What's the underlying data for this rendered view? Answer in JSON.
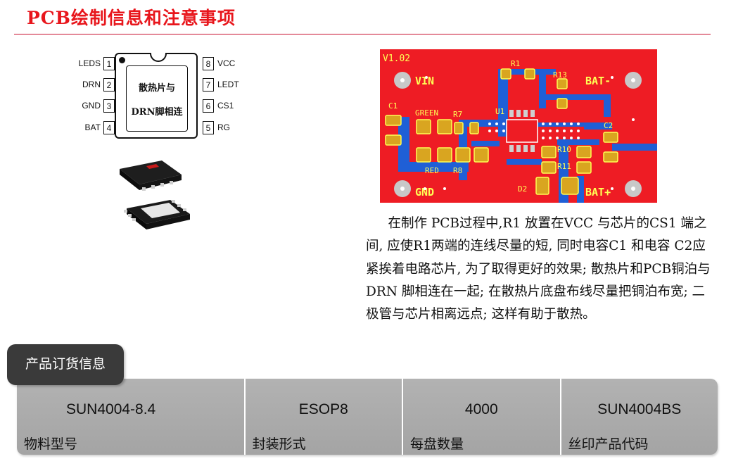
{
  "title": "PCB绘制信息和注意事项",
  "chip": {
    "note_line1": "散热片与",
    "note_line2": "DRN脚相连",
    "pins_left": [
      {
        "num": "1",
        "name": "LEDS"
      },
      {
        "num": "2",
        "name": "DRN"
      },
      {
        "num": "3",
        "name": "GND"
      },
      {
        "num": "4",
        "name": "BAT"
      }
    ],
    "pins_right": [
      {
        "num": "8",
        "name": "VCC"
      },
      {
        "num": "7",
        "name": "LEDT"
      },
      {
        "num": "6",
        "name": "CS1"
      },
      {
        "num": "5",
        "name": "RG"
      }
    ]
  },
  "pcb": {
    "version": "V1.02",
    "vin": "VIN",
    "gnd": "GND",
    "bat_minus": "BAT-",
    "bat_plus": "BAT+",
    "c1": "C1",
    "c2": "C2",
    "r1": "R1",
    "r7": "R7",
    "r8": "R8",
    "r10": "R10",
    "r11": "R11",
    "r13": "R13",
    "u1": "U1",
    "d2": "D2",
    "green": "GREEN",
    "red": "RED"
  },
  "description": "在制作 PCB过程中,R1 放置在VCC 与芯片的CS1 端之间, 应使R1两端的连线尽量的短, 同时电容C1 和电容 C2应紧挨着电路芯片, 为了取得更好的效果; 散热片和PCB铜泊与DRN 脚相连在一起; 在散热片底盘布线尽量把铜泊布宽; 二极管与芯片相离远点; 这样有助于散热。",
  "ordering": {
    "tab_label": "产品订货信息",
    "columns": [
      {
        "label": "物料型号",
        "value": "SUN4004-8.4"
      },
      {
        "label": "封装形式",
        "value": "ESOP8"
      },
      {
        "label": "每盘数量",
        "value": "4000"
      },
      {
        "label": "丝印产品代码",
        "value": "SUN4004BS"
      }
    ]
  },
  "colors": {
    "title": "#e8161c",
    "pcb_copper": "#ee1c24",
    "pcb_trace": "#1f5fd6",
    "pcb_silk": "#ffff55",
    "pad_gold": "#d9a520",
    "table_bg": "#a9a9a9",
    "tab_bg": "#3a3a3a"
  }
}
